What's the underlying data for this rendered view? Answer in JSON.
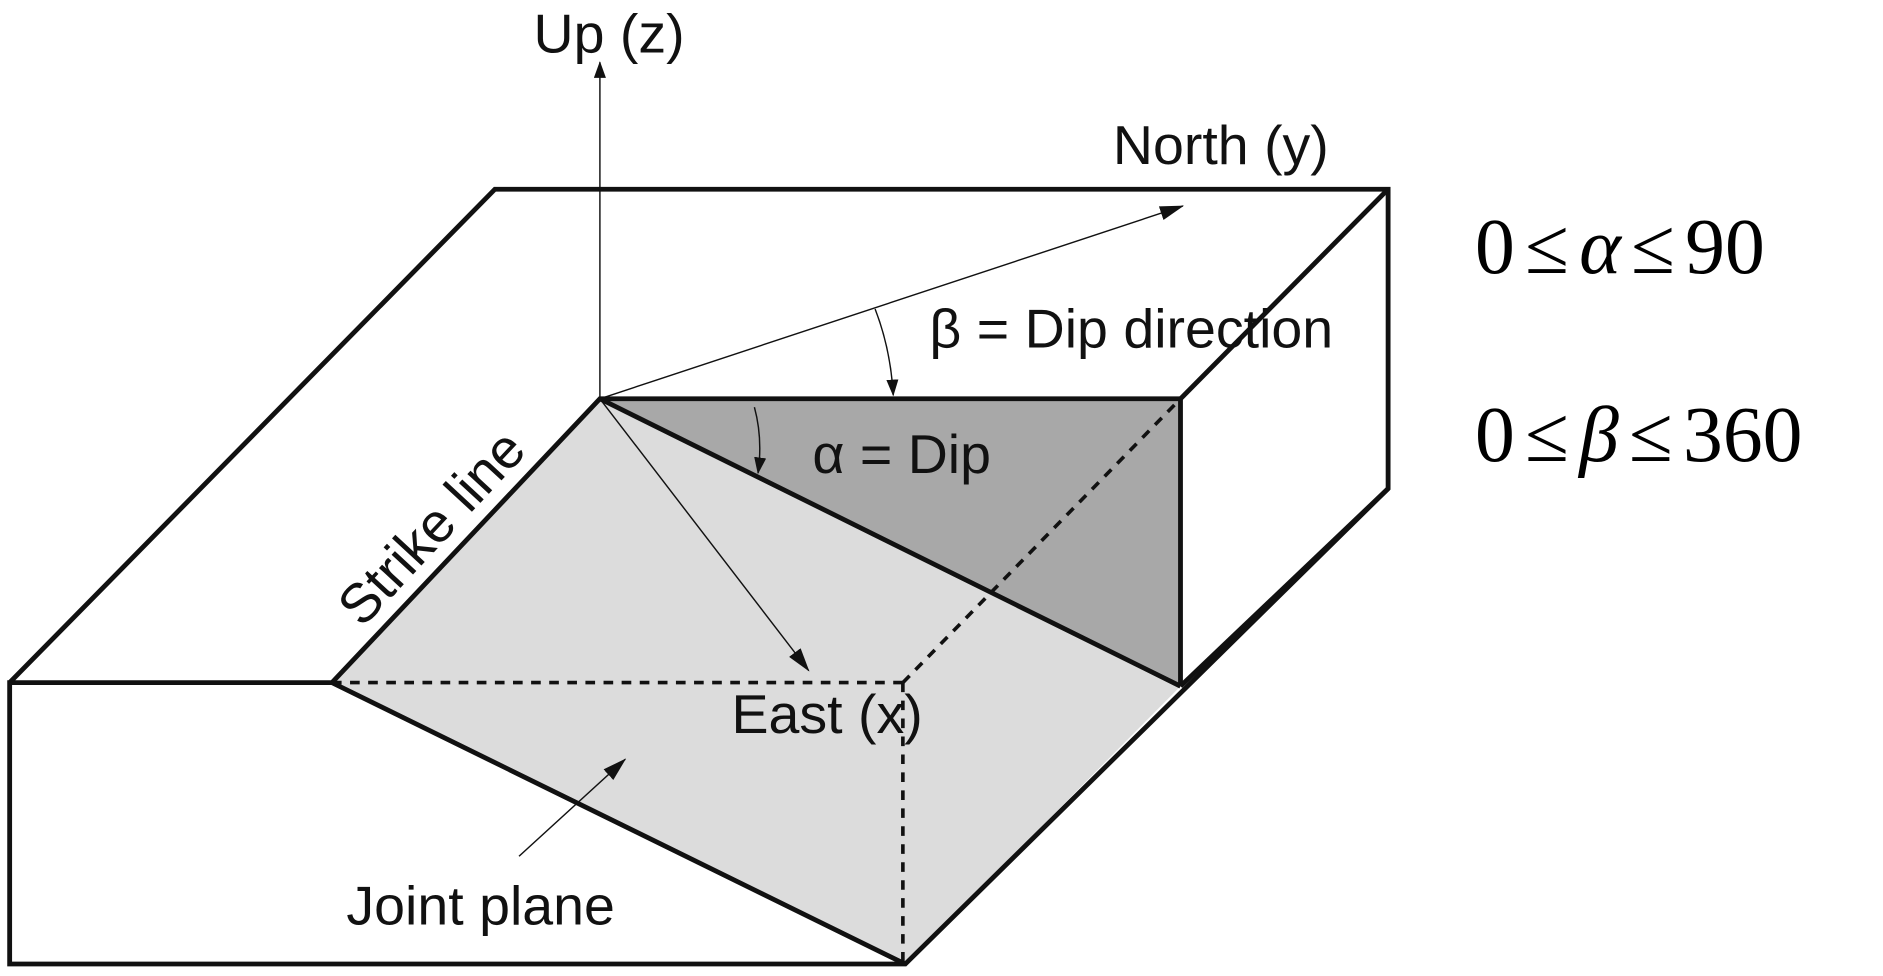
{
  "labels": {
    "up": "Up (z)",
    "north": "North (y)",
    "east": "East (x)",
    "dip_direction": "β = Dip direction",
    "dip": "α = Dip",
    "strike": "Strike line",
    "joint_plane": "Joint plane"
  },
  "constraints": {
    "alpha": {
      "lo": "0",
      "op": "≤",
      "sym": "α",
      "hi": "90"
    },
    "beta": {
      "lo": "0",
      "op": "≤",
      "sym": "β",
      "hi": "360"
    }
  },
  "colors": {
    "joint_plane_fill": "#dcdcdc",
    "dip_triangle_fill": "#a8a8a8",
    "line": "#111111"
  }
}
